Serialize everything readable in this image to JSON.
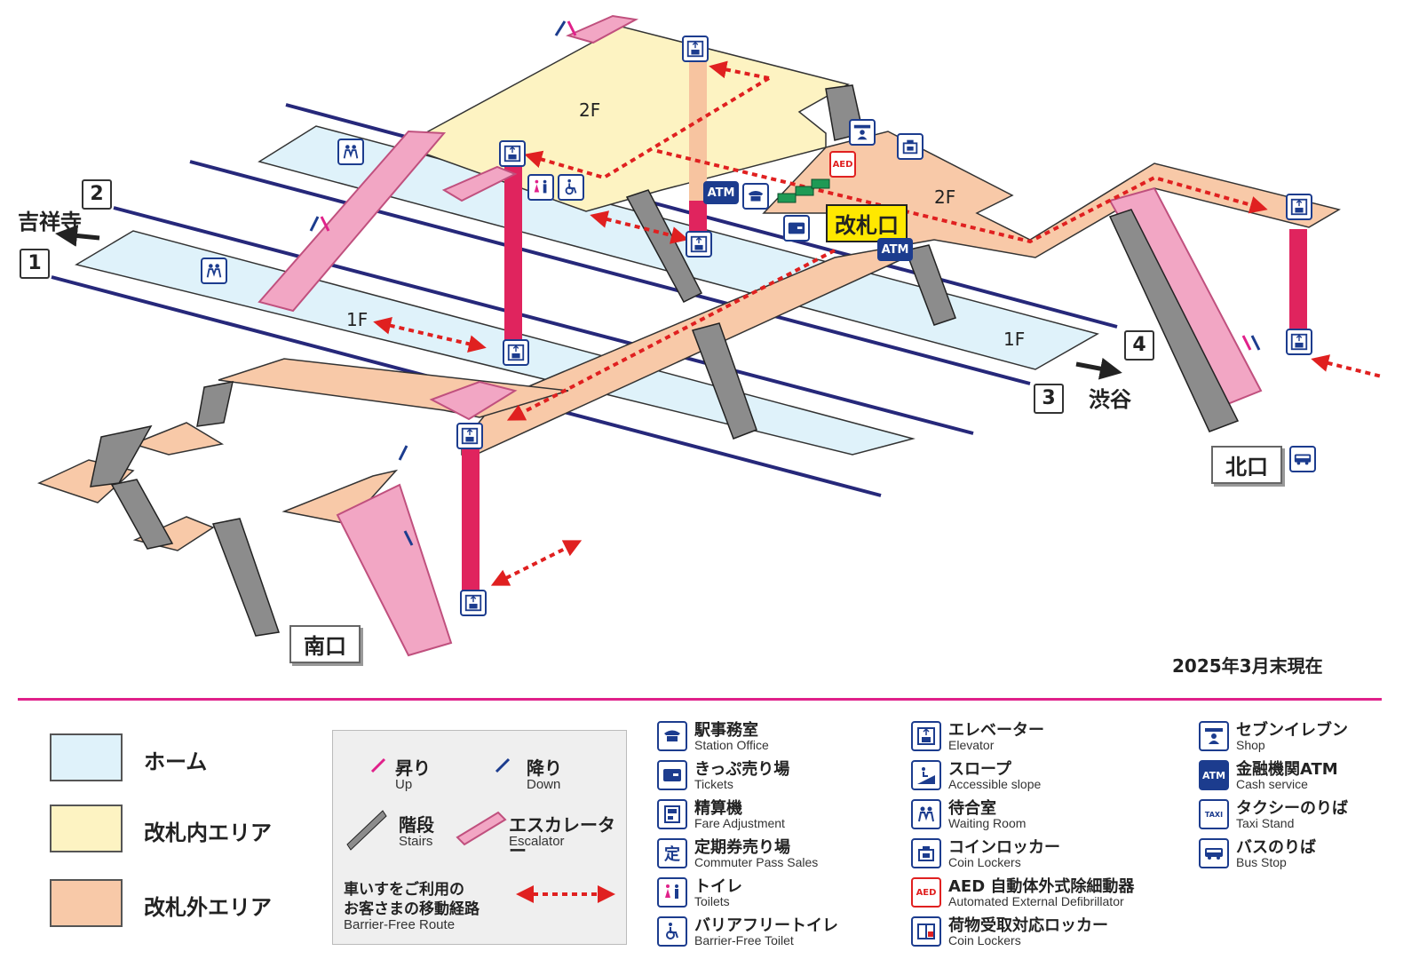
{
  "map": {
    "floor_2f": "2F",
    "floor_1f": "1F",
    "dir_kichijoji": "吉祥寺",
    "dir_shibuya": "渋谷",
    "tracks": [
      "1",
      "2",
      "3",
      "4"
    ],
    "gate_label": "改札口",
    "exit_south": "南口",
    "exit_north": "北口",
    "date_note": "2025年3月末現在",
    "atm_label": "ATM",
    "aed_label": "AED"
  },
  "colors": {
    "platform": "#dff2fa",
    "inside_area": "#fdf3c2",
    "outside_area": "#f8c9a8",
    "track_line": "#26287a",
    "elevator_shaft": "#e0245e",
    "escalator": "#f2a6c4",
    "stairs": "#8c8c8c",
    "route_arrow": "#e02020",
    "icon_blue": "#1c3c8e",
    "divider": "#e0218a"
  },
  "legend": {
    "areas": [
      {
        "label": "ホーム",
        "color": "#dff2fa"
      },
      {
        "label": "改札内エリア",
        "color": "#fdf3c2"
      },
      {
        "label": "改札外エリア",
        "color": "#f8c9a8"
      }
    ],
    "up_jp": "昇り",
    "up_en": "Up",
    "down_jp": "降り",
    "down_en": "Down",
    "stairs_jp": "階段",
    "stairs_en": "Stairs",
    "escalator_jp": "エスカレーター",
    "escalator_en": "Escalator",
    "route_jp_1": "車いすをご利用の",
    "route_jp_2": "お客さまの移動経路",
    "route_en": "Barrier-Free Route",
    "facilities": [
      {
        "icon": "station-office-icon",
        "jp": "駅事務室",
        "en": "Station Office"
      },
      {
        "icon": "ticket-icon",
        "jp": "きっぷ売り場",
        "en": "Tickets"
      },
      {
        "icon": "fare-adjustment-icon",
        "jp": "精算機",
        "en": "Fare Adjustment"
      },
      {
        "icon": "commuter-pass-icon",
        "jp": "定期券売り場",
        "en": "Commuter Pass Sales",
        "glyph": "定"
      },
      {
        "icon": "toilet-icon",
        "jp": "トイレ",
        "en": "Toilets"
      },
      {
        "icon": "barrier-free-toilet-icon",
        "jp": "バリアフリートイレ",
        "en": "Barrier-Free Toilet"
      },
      {
        "icon": "elevator-icon",
        "jp": "エレベーター",
        "en": "Elevator"
      },
      {
        "icon": "slope-icon",
        "jp": "スロープ",
        "en": "Accessible slope"
      },
      {
        "icon": "waiting-room-icon",
        "jp": "待合室",
        "en": "Waiting Room"
      },
      {
        "icon": "coin-locker-icon",
        "jp": "コインロッカー",
        "en": "Coin Lockers"
      },
      {
        "icon": "aed-icon",
        "jp": "AED 自動体外式除細動器",
        "en": "Automated External Defibrillator",
        "glyph": "AED"
      },
      {
        "icon": "parcel-locker-icon",
        "jp": "荷物受取対応ロッカー",
        "en": "Coin Lockers"
      },
      {
        "icon": "shop-icon",
        "jp": "セブンイレブン",
        "en": "Shop"
      },
      {
        "icon": "atm-icon",
        "jp": "金融機関ATM",
        "en": "Cash service",
        "glyph": "ATM"
      },
      {
        "icon": "taxi-icon",
        "jp": "タクシーのりば",
        "en": "Taxi Stand",
        "glyph": "TAXI"
      },
      {
        "icon": "bus-icon",
        "jp": "バスのりば",
        "en": "Bus Stop"
      }
    ]
  }
}
